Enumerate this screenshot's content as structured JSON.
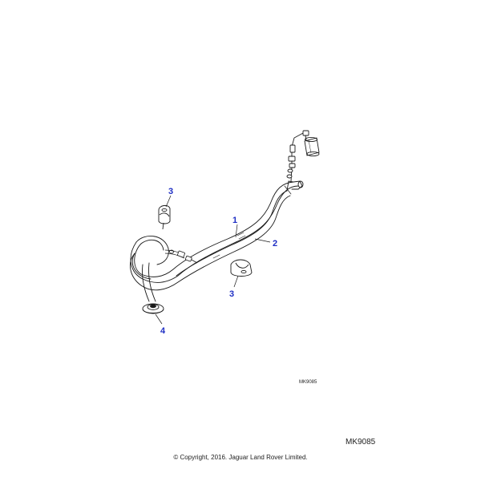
{
  "diagram": {
    "callouts": {
      "pipe_1": "1",
      "pipe_2": "2",
      "clip_upper": "3",
      "clip_lower": "3",
      "grommet": "4"
    },
    "drawing_ref": "MK9085",
    "colors": {
      "callout": "#1f2fc4",
      "line": "#1a1a1a"
    }
  },
  "footer": {
    "reference": "MK9085",
    "copyright": "© Copyright, 2016. Jaguar Land Rover Limited."
  }
}
